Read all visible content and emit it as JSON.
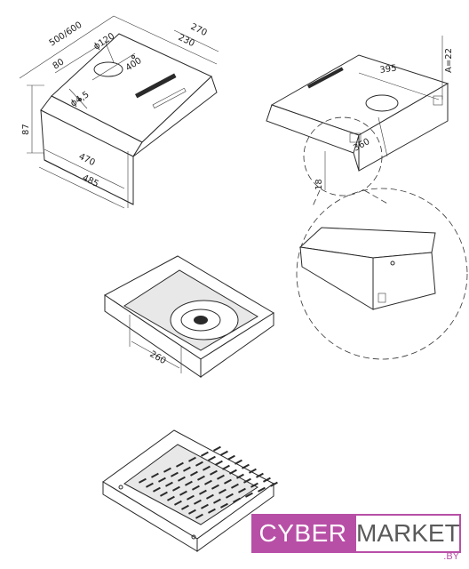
{
  "dimensions": {
    "width_500_600": "500/600",
    "depth_270": "270",
    "depth_230": "230",
    "dia_120": "ϕ120",
    "dist_80": "80",
    "dist_400": "400",
    "dia_4_5": "ϕ4,5",
    "height_87": "87",
    "len_470": "470",
    "len_485": "485",
    "len_395": "395",
    "a_22": "A=22",
    "len_360": "360",
    "len_18": "18",
    "len_260": "260"
  },
  "logo": {
    "left": "CYBER",
    "right": "MARKET",
    "suffix": ".BY",
    "colors": {
      "brand": "#b84fa6",
      "text": "#5a5a5a"
    }
  }
}
